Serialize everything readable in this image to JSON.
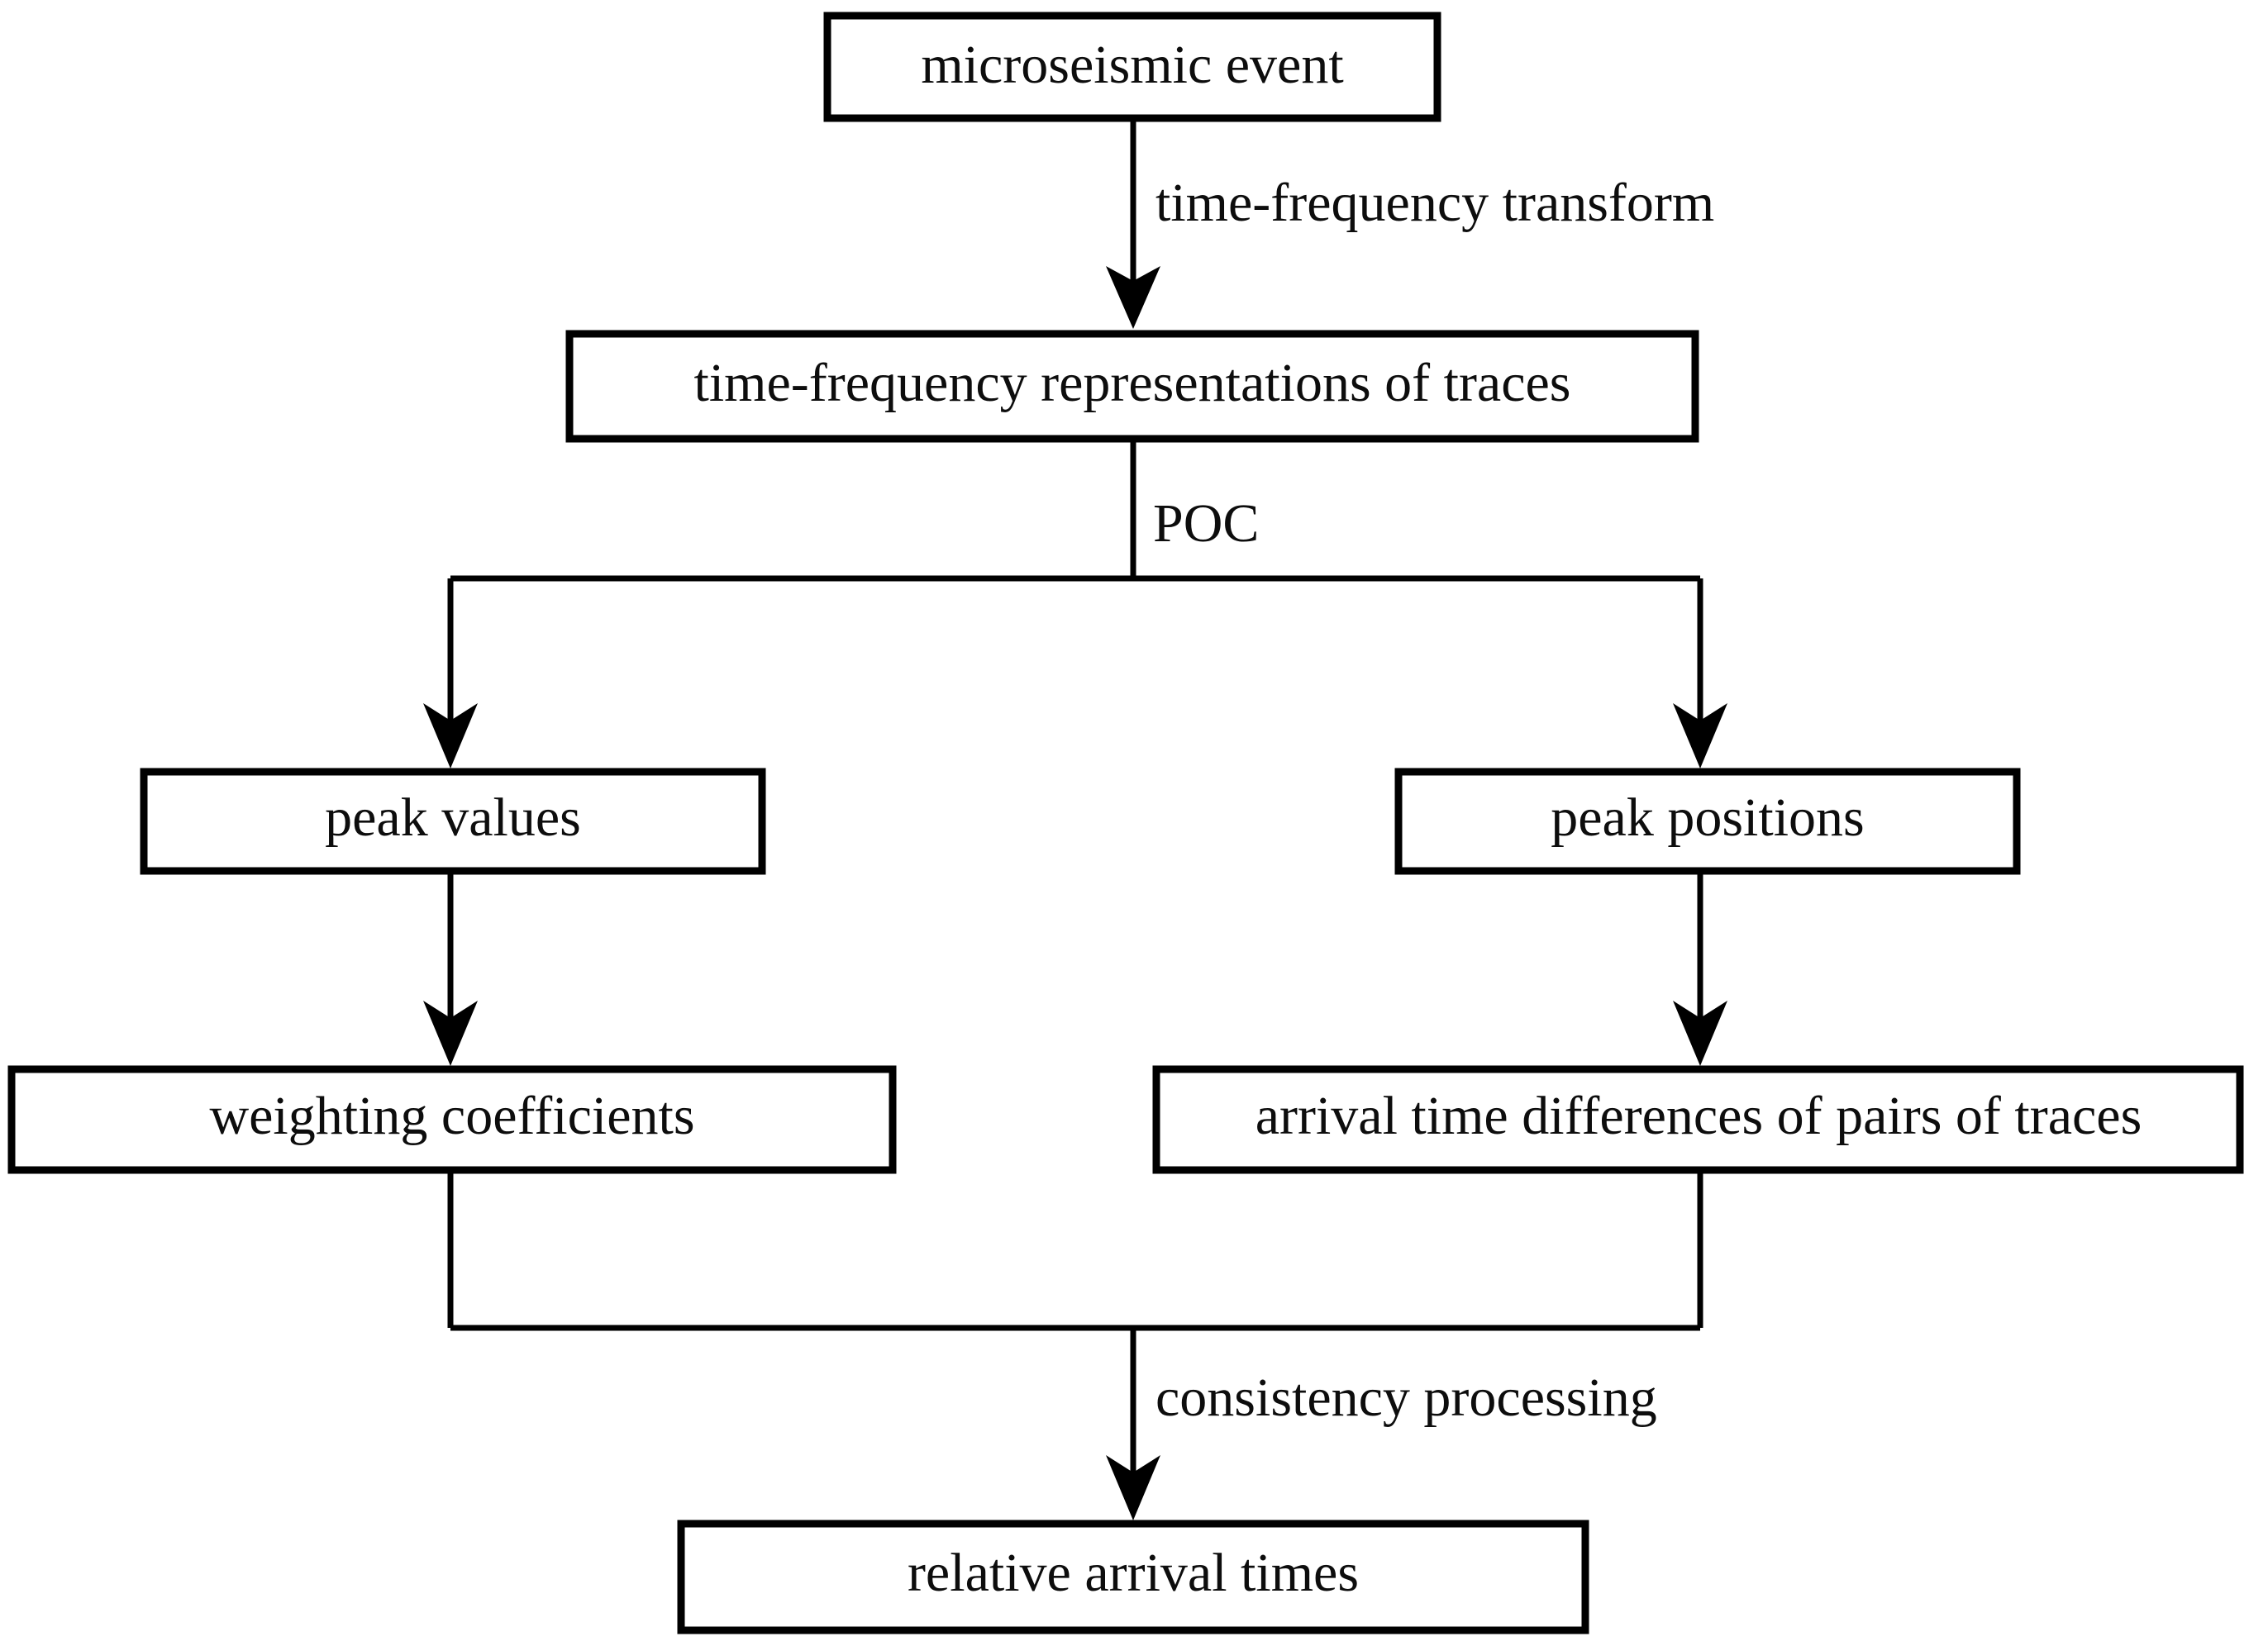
{
  "diagram": {
    "title": "microseismic event processing flowchart",
    "background_color": "#ffffff",
    "line_color": "#000000",
    "text_color": "#0d0d0d",
    "nodes": [
      {
        "id": "microseismic-event",
        "label": "microseismic event"
      },
      {
        "id": "tf-representations",
        "label": "time-frequency representations of traces"
      },
      {
        "id": "peak-values",
        "label": "peak values"
      },
      {
        "id": "peak-positions",
        "label": "peak positions"
      },
      {
        "id": "weighting-coefficients",
        "label": "weighting coefficients"
      },
      {
        "id": "arrival-time-differences",
        "label": "arrival time differences of pairs of traces"
      },
      {
        "id": "relative-arrival-times",
        "label": "relative arrival times"
      }
    ],
    "edge_labels": [
      {
        "id": "time-frequency-transform",
        "label": "time-frequency transform"
      },
      {
        "id": "poc",
        "label": "POC"
      },
      {
        "id": "consistency-processing",
        "label": "consistency processing"
      }
    ]
  }
}
